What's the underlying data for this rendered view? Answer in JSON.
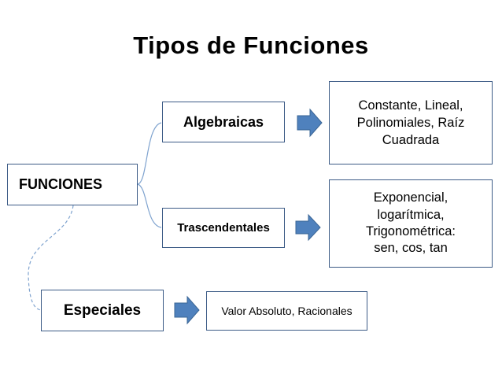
{
  "title": "Tipos de Funciones",
  "nodes": {
    "funciones": "FUNCIONES",
    "algebraicas": "Algebraicas",
    "trascendentales": "Trascendentales",
    "especiales": "Especiales"
  },
  "results": {
    "algebraicas": [
      "Constante, Lineal,",
      "Polinomiales, Raíz",
      "Cuadrada"
    ],
    "trascendentales": [
      "Exponencial,",
      "logarítmica,",
      "Trigonométrica:",
      "sen, cos, tan"
    ],
    "especiales": "Valor Absoluto, Racionales"
  },
  "colors": {
    "border": "#3c5b86",
    "arrow_fill": "#4f81bd",
    "arrow_stroke": "#3a6595",
    "connector": "#7fa3cf"
  }
}
